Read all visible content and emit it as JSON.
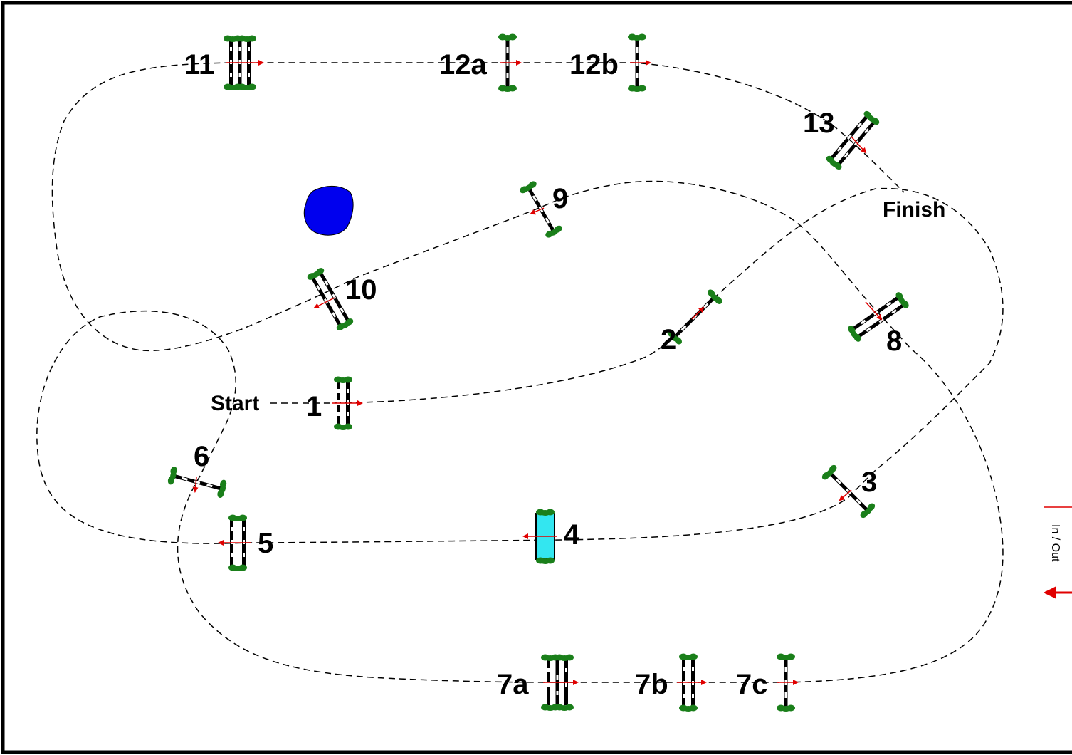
{
  "course": {
    "start_label": "Start",
    "finish_label": "Finish",
    "in_out_label": "In / Out"
  },
  "fences": [
    {
      "id": "f1",
      "label": "1",
      "type": "oxer"
    },
    {
      "id": "f2",
      "label": "2",
      "type": "vertical"
    },
    {
      "id": "f3",
      "label": "3",
      "type": "vertical"
    },
    {
      "id": "f4",
      "label": "4",
      "type": "water-tray"
    },
    {
      "id": "f5",
      "label": "5",
      "type": "oxer"
    },
    {
      "id": "f6",
      "label": "6",
      "type": "vertical"
    },
    {
      "id": "f7a",
      "label": "7a",
      "type": "triple-bar"
    },
    {
      "id": "f7b",
      "label": "7b",
      "type": "oxer"
    },
    {
      "id": "f7c",
      "label": "7c",
      "type": "vertical"
    },
    {
      "id": "f8",
      "label": "8",
      "type": "oxer"
    },
    {
      "id": "f9",
      "label": "9",
      "type": "vertical"
    },
    {
      "id": "f10",
      "label": "10",
      "type": "oxer"
    },
    {
      "id": "f11",
      "label": "11",
      "type": "triple-bar"
    },
    {
      "id": "f12a",
      "label": "12a",
      "type": "vertical"
    },
    {
      "id": "f12b",
      "label": "12b",
      "type": "vertical"
    },
    {
      "id": "f13",
      "label": "13",
      "type": "oxer"
    }
  ],
  "colors": {
    "pole": "#000000",
    "stand": "#1a7f1a",
    "arrow": "#e00000",
    "water": "#33e6f0",
    "pond": "#0000ee",
    "border": "#000000"
  }
}
